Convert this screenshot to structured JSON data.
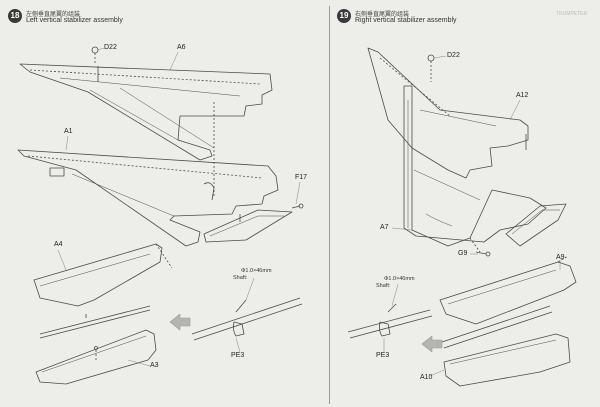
{
  "steps": [
    {
      "number": "18",
      "title_cn": "左侧垂直尾翼的组装",
      "title_en": "Left vertical stabilizer assembly",
      "parts": {
        "d22": "D22",
        "a6": "A6",
        "a1": "A1",
        "f17": "F17",
        "a4": "A4",
        "a3": "A3",
        "pe3": "PE3"
      },
      "shaft_callout": {
        "label": "Shaft:",
        "spec": "Φ1.0×46mm"
      }
    },
    {
      "number": "19",
      "title_cn": "右侧垂直尾翼的组装",
      "title_en": "Right vertical stabilizer assembly",
      "corner_mark": "TRUMPETER",
      "parts": {
        "d22": "D22",
        "a12": "A12",
        "a7": "A7",
        "g9": "G9",
        "a9": "A9",
        "a10": "A10",
        "pe3": "PE3"
      },
      "shaft_callout": {
        "label": "Shaft:",
        "spec": "Φ1.0×46mm"
      }
    }
  ],
  "colors": {
    "line": "#4a4a4a",
    "paper": "#ededea",
    "badge": "#3a3a3a",
    "arrow": "#b4b4b0"
  }
}
